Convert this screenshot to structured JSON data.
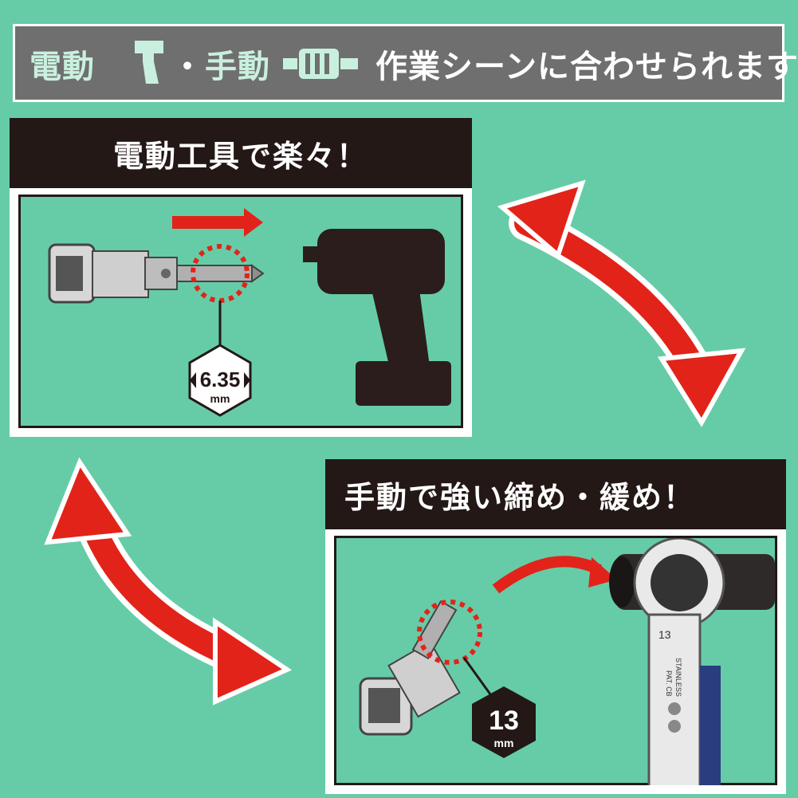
{
  "banner": {
    "part1": "電動",
    "dot": "・",
    "part2": "手動",
    "part3": "作業シーンに合わせられます！",
    "drill_icon": "drill-icon",
    "hand_icon": "hand-icon"
  },
  "power_panel": {
    "title": "電動工具で楽々！",
    "hex_size": "6.35",
    "hex_unit": "mm",
    "socket_icon": "socket-bit-icon",
    "driver_icon": "impact-driver-icon"
  },
  "manual_panel": {
    "title": "手動で強い締め・緩め！",
    "hex_size": "13",
    "hex_unit": "mm",
    "wrench_size": "13",
    "wrench_text1": "STAINLESS",
    "wrench_text2": "PAT. CB",
    "socket_icon": "socket-bit-icon",
    "wrench_icon": "ratchet-wrench-icon"
  },
  "colors": {
    "background": "#66cca8",
    "arrow_red": "#e2231a",
    "dark": "#231816",
    "banner_gray": "#6f6f6f"
  }
}
